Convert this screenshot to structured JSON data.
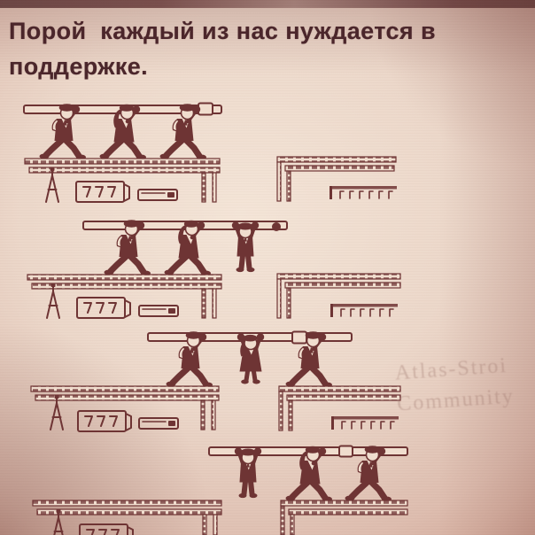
{
  "caption": {
    "line1": "Порой  каждый из нас нуждается в",
    "line2": "поддержке."
  },
  "watermark": {
    "line1": "Atlas-Stroi",
    "line2": "Community"
  },
  "colors": {
    "ink": "#6e3434",
    "paper": "#f0ddce",
    "caption-text": "#4b262b",
    "bg-center": "#f4e5d7",
    "bg-edge": "#cb9e8e"
  },
  "scene": {
    "panels": [
      {
        "description": "Three workers walk along a scaffold platform carrying a long beam on their shoulders"
      },
      {
        "description": "At the gap the lead worker hangs from the beam held up by the two workers behind him"
      },
      {
        "description": "Mid-crossing the middle worker hangs from the beam while the rear and lead workers hold it from both platforms"
      },
      {
        "description": "The last worker hangs from the beam as the other two walk on across the next platform"
      }
    ]
  }
}
